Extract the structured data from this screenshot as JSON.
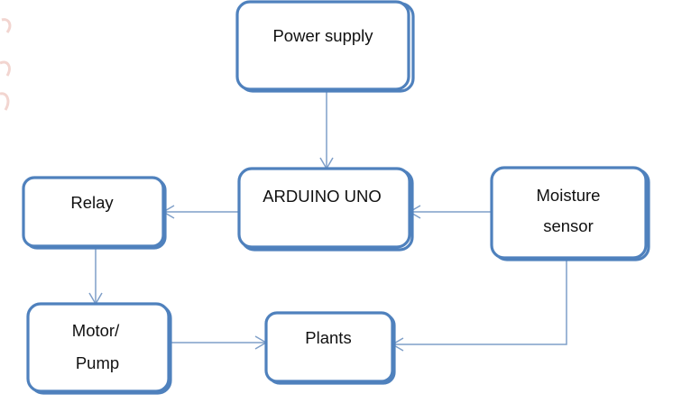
{
  "diagram": {
    "nodes": {
      "power_supply": "Power supply",
      "arduino": "ARDUINO UNO",
      "moisture_line1": "Moisture",
      "moisture_line2": "sensor",
      "relay": "Relay",
      "motor_line1": "Motor/",
      "motor_line2": "Pump",
      "plants": "Plants"
    },
    "colors": {
      "box_border": "#4f81bd",
      "connector": "#7f9fc8",
      "background": "#ffffff",
      "text": "#111111"
    }
  }
}
